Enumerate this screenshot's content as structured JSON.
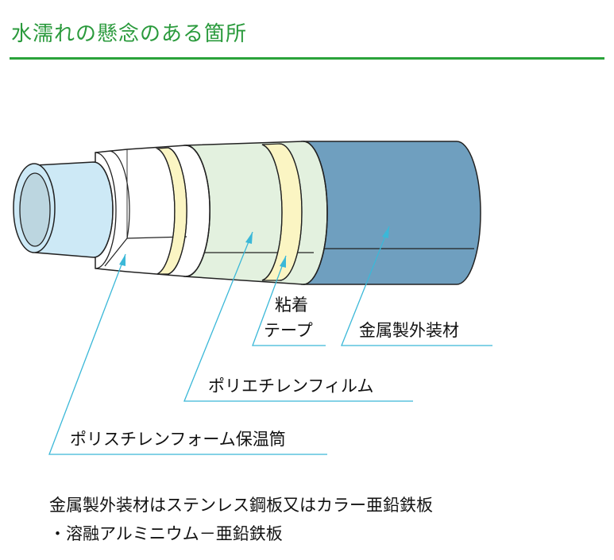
{
  "title": "水濡れの懸念のある箇所",
  "colors": {
    "accent": "#2aa33a",
    "title": "#2a9a3c",
    "leader_line": "#3bb8d8",
    "pipe": "#cde9f6",
    "foam": "#ffffff",
    "tape": "#fbf5c3",
    "film": "#e3f1df",
    "jacket": "#6f9fbf"
  },
  "labels": {
    "tape_line1": "粘着",
    "tape_line2": "テープ",
    "jacket": "金属製外装材",
    "film": "ポリエチレンフィルム",
    "foam": "ポリスチレンフォーム保温筒"
  },
  "notes": {
    "line1": "金属製外装材はステンレス鋼板又はカラー亜鉛鉄板",
    "line2": "・溶融アルミニウム－亜鉛鉄板"
  }
}
